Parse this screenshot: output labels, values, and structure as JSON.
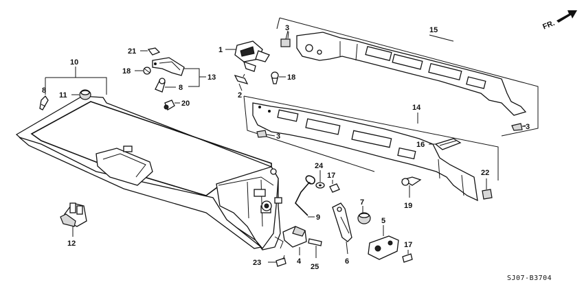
{
  "direction": {
    "label": "FR.",
    "icon": "front-arrow-icon"
  },
  "diagram_code": "SJ07-B3704",
  "callouts": {
    "c1": "1",
    "c2": "2",
    "c3a": "3",
    "c3b": "3",
    "c3c": "3",
    "c4": "4",
    "c5": "5",
    "c6": "6",
    "c7": "7",
    "c8a": "8",
    "c8b": "8",
    "c9": "9",
    "c10": "10",
    "c11": "11",
    "c12": "12",
    "c13": "13",
    "c14": "14",
    "c15": "15",
    "c16": "16",
    "c17a": "17",
    "c17b": "17",
    "c18a": "18",
    "c18b": "18",
    "c19": "19",
    "c20": "20",
    "c21": "21",
    "c22": "22",
    "c23": "23",
    "c24": "24",
    "c25": "25"
  }
}
